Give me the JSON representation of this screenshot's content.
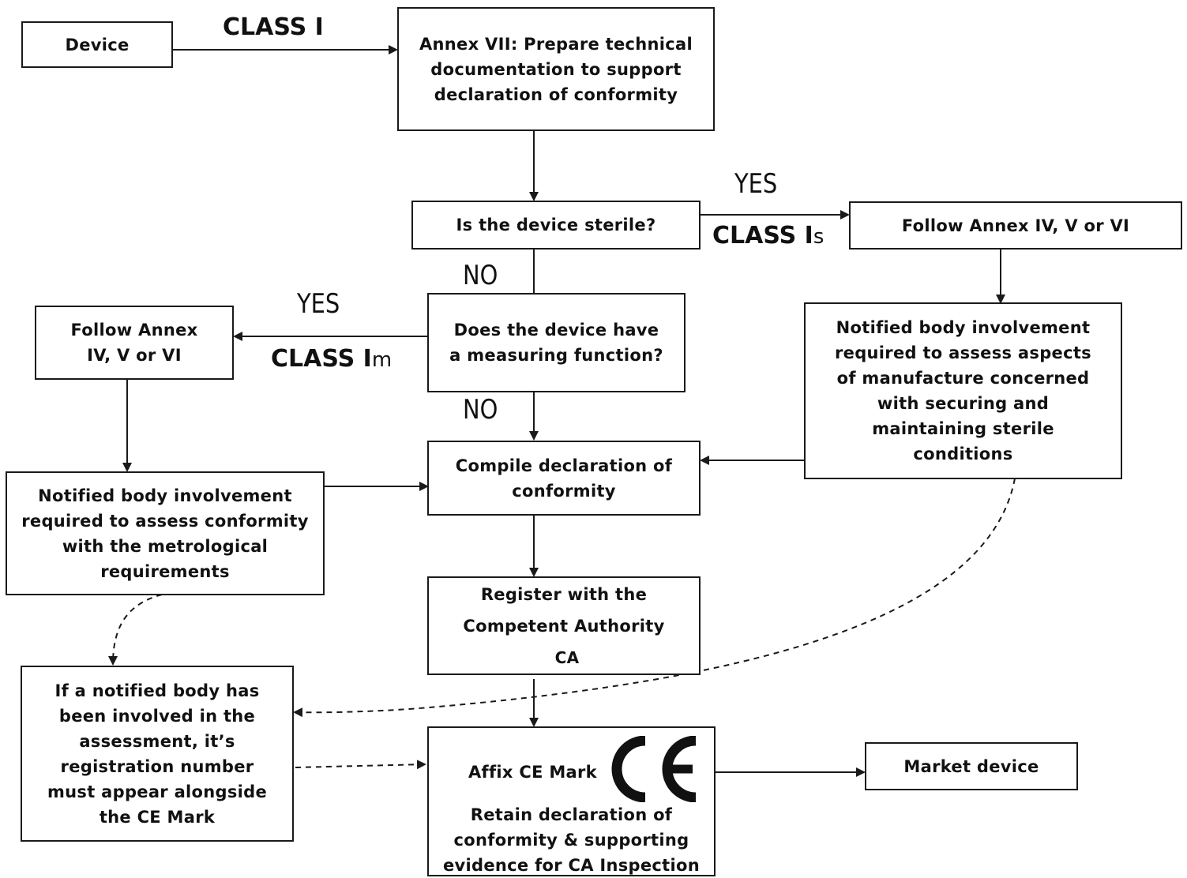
{
  "nodes": {
    "device": "Device",
    "annex_vii": "Annex VII: Prepare technical documentation to support declaration of conformity",
    "sterile_question": "Is the device sterile?",
    "follow_annex_right": "Follow Annex IV, V or VI",
    "notified_sterile": "Notified body involvement required to assess aspects of manufacture concerned with securing and maintaining sterile conditions",
    "measuring_question": "Does the device have a measuring function?",
    "follow_annex_left": "Follow Annex IV, V or VI",
    "notified_metrological": "Notified body involvement required to assess conformity with the metrological requirements",
    "compile_declaration": "Compile declaration of conformity",
    "register_ca": "Register with the Competent Authority",
    "register_ca_suffix": "CA",
    "notified_registration": "If a notified body has been involved in the assessment, it’s registration number must appear alongside the CE Mark",
    "affix_ce": "Affix CE Mark",
    "ce_symbol": "CE",
    "retain_declaration": "Retain declaration of conformity & supporting evidence for CA Inspection",
    "market_device": "Market device"
  },
  "edge_labels": {
    "class_i": "CLASS I",
    "yes_sterile": "YES",
    "class_is_main": "CLASS I",
    "class_is_sub": "s",
    "no_sterile": "NO",
    "yes_measuring": "YES",
    "class_im_main": "CLASS I",
    "class_im_sub": "m",
    "no_measuring": "NO"
  }
}
